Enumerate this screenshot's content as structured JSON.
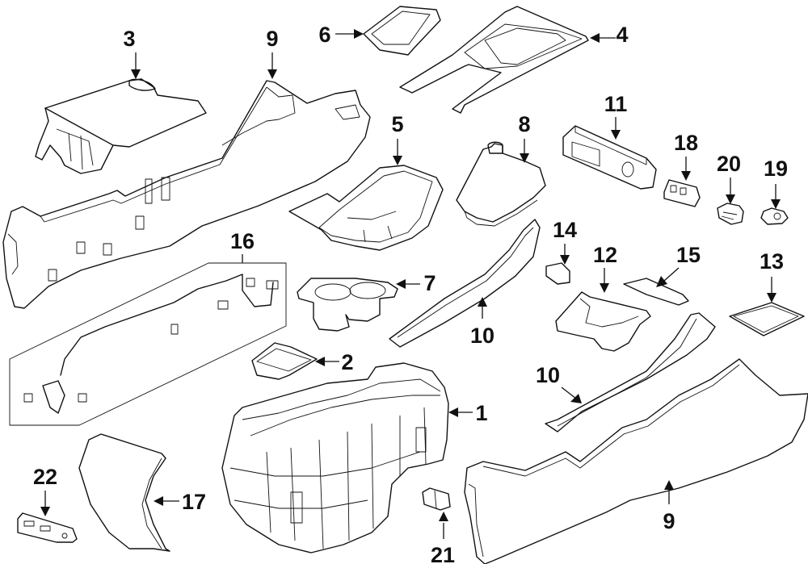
{
  "title": "Center Console Parts Diagram",
  "callouts": [
    {
      "id": "c3",
      "label": "3",
      "part": "armrest-lid"
    },
    {
      "id": "c9a",
      "label": "9",
      "part": "console-side-panel-left"
    },
    {
      "id": "c6",
      "label": "6",
      "part": "small-trim-bezel"
    },
    {
      "id": "c4",
      "label": "4",
      "part": "upper-trim-panel"
    },
    {
      "id": "c5",
      "label": "5",
      "part": "shifter-bezel"
    },
    {
      "id": "c8",
      "label": "8",
      "part": "shift-boot"
    },
    {
      "id": "c11",
      "label": "11",
      "part": "switch-panel"
    },
    {
      "id": "c18",
      "label": "18",
      "part": "usb-port"
    },
    {
      "id": "c20",
      "label": "20",
      "part": "power-outlet"
    },
    {
      "id": "c19",
      "label": "19",
      "part": "aux-outlet"
    },
    {
      "id": "c16",
      "label": "16",
      "part": "wiring-harness"
    },
    {
      "id": "c14",
      "label": "14",
      "part": "clip"
    },
    {
      "id": "c12",
      "label": "12",
      "part": "mounting-bracket"
    },
    {
      "id": "c15",
      "label": "15",
      "part": "trim-strip"
    },
    {
      "id": "c13",
      "label": "13",
      "part": "mat"
    },
    {
      "id": "c7",
      "label": "7",
      "part": "cup-holder"
    },
    {
      "id": "c10a",
      "label": "10",
      "part": "side-trim-left"
    },
    {
      "id": "c2",
      "label": "2",
      "part": "tray-insert"
    },
    {
      "id": "c10b",
      "label": "10",
      "part": "side-trim-right"
    },
    {
      "id": "c1",
      "label": "1",
      "part": "console-base"
    },
    {
      "id": "c22",
      "label": "22",
      "part": "rear-usb-module"
    },
    {
      "id": "c17",
      "label": "17",
      "part": "rear-end-cap"
    },
    {
      "id": "c21",
      "label": "21",
      "part": "retainer"
    },
    {
      "id": "c9b",
      "label": "9",
      "part": "console-side-panel-right"
    }
  ]
}
